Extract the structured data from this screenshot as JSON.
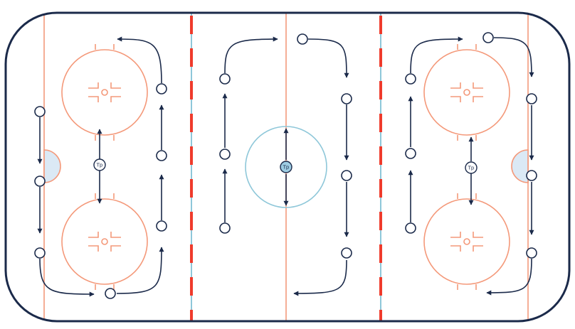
{
  "colors": {
    "board": "#1b2a4a",
    "red_line": "#ef3b2c",
    "goal_line": "#f4a58a",
    "circle": "#f4997a",
    "blue_line": "#8ec7d9",
    "center_circle": "#8ec7d9",
    "crease_fill": "#dbe9f5",
    "crease_stroke": "#f4997a",
    "path": "#1b2a4a",
    "player_fill": "#ffffff",
    "tp_fill": "#ffffff",
    "tp_center_fill": "#9ecde3"
  },
  "icons": {
    "player": "open-circle-icon",
    "trainer": "tp-marker-icon",
    "arrow": "arrowhead-icon"
  },
  "labels": {
    "trainer_left": "Tp",
    "trainer_center": "Tp",
    "trainer_right": "Tp"
  }
}
